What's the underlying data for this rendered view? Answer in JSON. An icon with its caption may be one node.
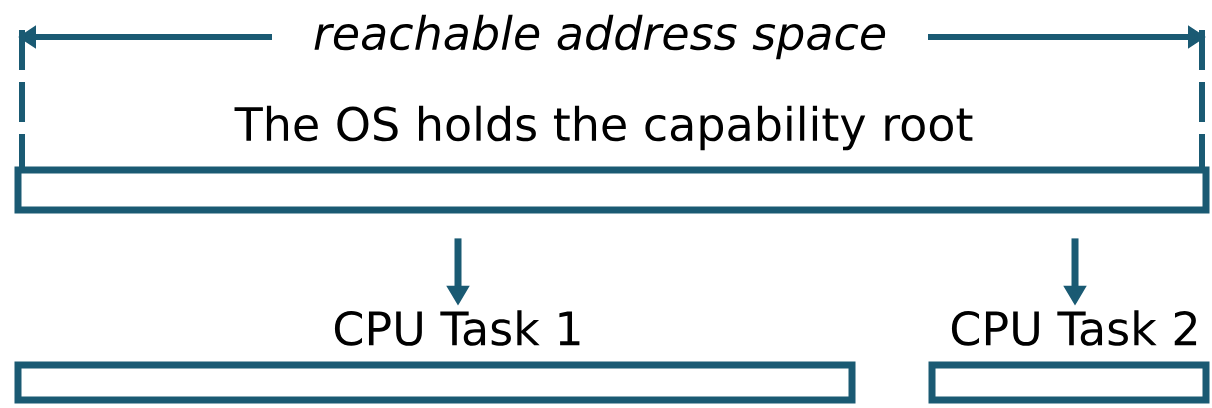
{
  "diagram": {
    "nodes": [
      {
        "text": [
          "The OS holds the capability root"
        ]
      },
      {
        "text": [
          "CPU Task 1"
        ]
      },
      {
        "text": [
          "CPU Task 2"
        ]
      }
    ],
    "edges": [
      {
        "from": 0,
        "to": 1,
        "arrow": "to"
      },
      {
        "from": 0,
        "to": 2,
        "arrow": "to"
      }
    ],
    "labels": [
      "*reachable address space*"
    ]
  }
}
